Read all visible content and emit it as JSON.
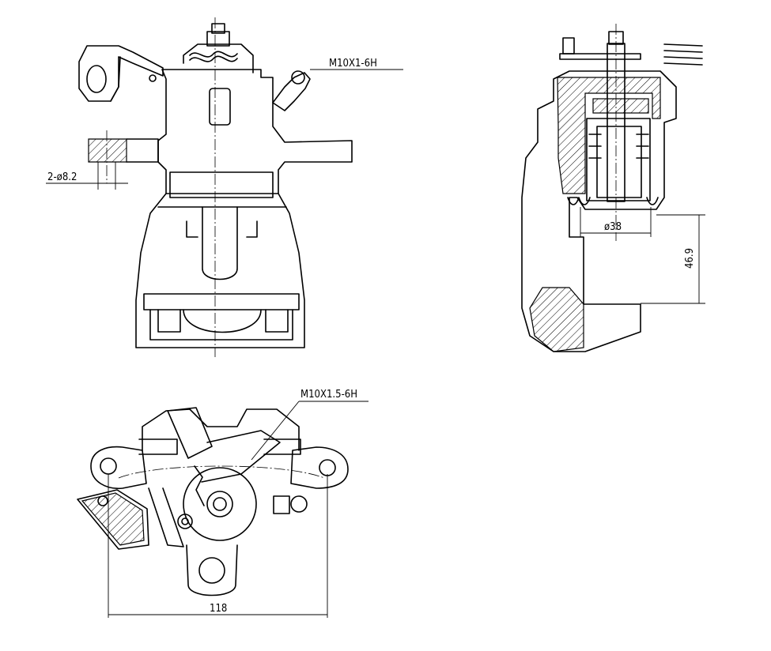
{
  "labels": {
    "thread_bleeder": "M10X1-6H",
    "holes": "2-ø8.2",
    "piston_diameter": "ø38",
    "piston_depth": "46.9",
    "thread_bottom": "M10X1.5-6H",
    "width": "118"
  }
}
